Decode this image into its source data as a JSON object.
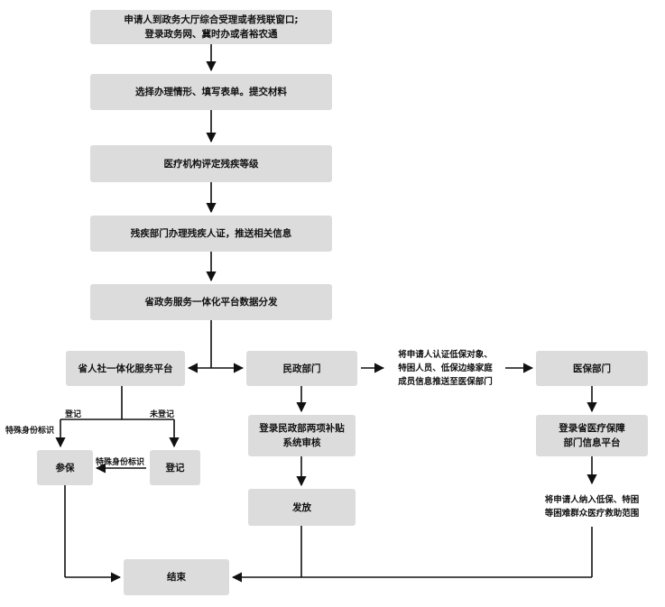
{
  "nodes": {
    "n1": [
      "申请人到政务大厅综合受理或者残联窗口;",
      "登录政务网、冀时办或者裕农通"
    ],
    "n2": [
      "选择办理情形、填写表单。提交材料"
    ],
    "n3": [
      "医疗机构评定残疾等级"
    ],
    "n4": [
      "残疾部门办理残疾人证，推送相关信息"
    ],
    "n5": [
      "省政务服务一体化平台数据分发"
    ],
    "sheb": [
      "省人社一体化服务平台"
    ],
    "minzheng": [
      "民政部门"
    ],
    "tuisong": [
      "将申请人认证低保对象、",
      "特困人员、低保边缘家庭",
      "成员信息推送至医保部门"
    ],
    "yibao": [
      "医保部门"
    ],
    "canbao": [
      "参保"
    ],
    "dengji": [
      "登记"
    ],
    "mzsys": [
      "登录民政部两项补贴",
      "系统审核"
    ],
    "yibaoplat": [
      "登录省医疗保障",
      "部门信息平台"
    ],
    "fafang": [
      "发放"
    ],
    "nairu": [
      "将申请人纳入低保、特困",
      "等困难群众医疗救助范围"
    ],
    "end": [
      "结束"
    ]
  },
  "labels": {
    "registered": "登记",
    "unregistered": "未登记",
    "special_left": "特殊身份标识",
    "special_mid": "特殊身份标识"
  }
}
